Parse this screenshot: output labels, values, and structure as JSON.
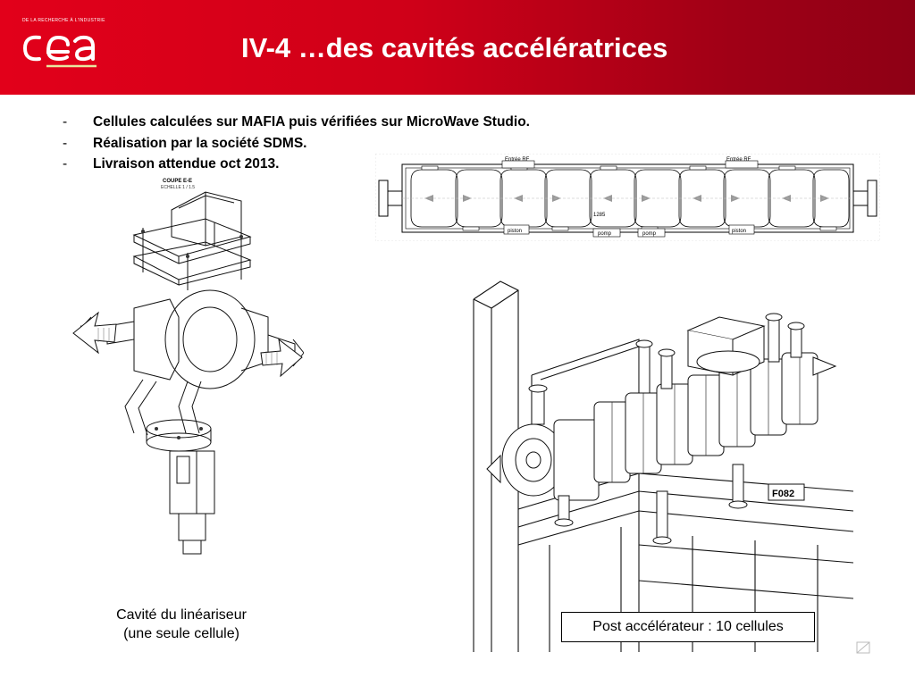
{
  "header": {
    "logo_tagline": "DE LA RECHERCHE À L'INDUSTRIE",
    "logo_text": "cea",
    "title": "IV-4 …des cavités accélératrices",
    "background_color": "#d0021b"
  },
  "bullets": [
    {
      "dash": "-",
      "text": "Cellules calculées sur MAFIA puis vérifiées sur MicroWave Studio."
    },
    {
      "dash": "-",
      "text": "Réalisation par la société SDMS."
    },
    {
      "dash": "-",
      "text": "Livraison attendue oct 2013."
    }
  ],
  "schematic": {
    "rf_label_1": "Entrée RF",
    "rf_label_2": "Entrée RF",
    "length_label": "1285",
    "piston_left": "piston",
    "piston_right": "piston",
    "pump_1": "pomp",
    "pump_2": "pomp"
  },
  "left_drawing": {
    "section_title": "COUPE E-E",
    "scale": "ECHELLE 1 / 1.5"
  },
  "right_drawing": {
    "tag": "F082"
  },
  "captions": {
    "left_line1": "Cavité du linéariseur",
    "left_line2": "(une seule cellule)",
    "right": "Post accélérateur : 10 cellules"
  }
}
